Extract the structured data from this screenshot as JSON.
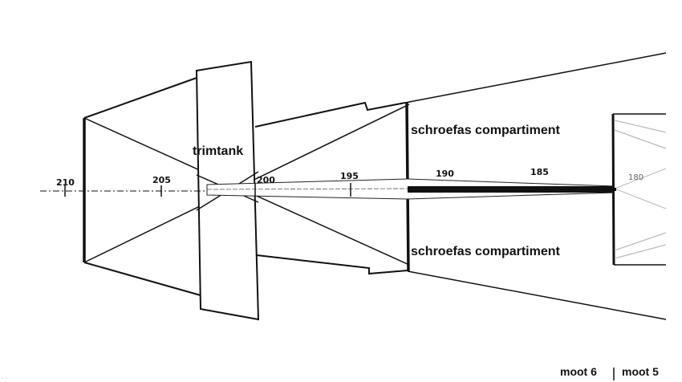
{
  "labels": {
    "trimtank": "trimtank",
    "schroefas_top": "schroefas compartiment",
    "schroefas_bottom": "schroefas compartiment",
    "moot6": "moot 6",
    "moot5": "moot 5"
  },
  "frames": {
    "f210": "210",
    "f205": "205",
    "f200": "200",
    "f195": "195",
    "f190": "190",
    "f185": "185",
    "f180": "180"
  }
}
